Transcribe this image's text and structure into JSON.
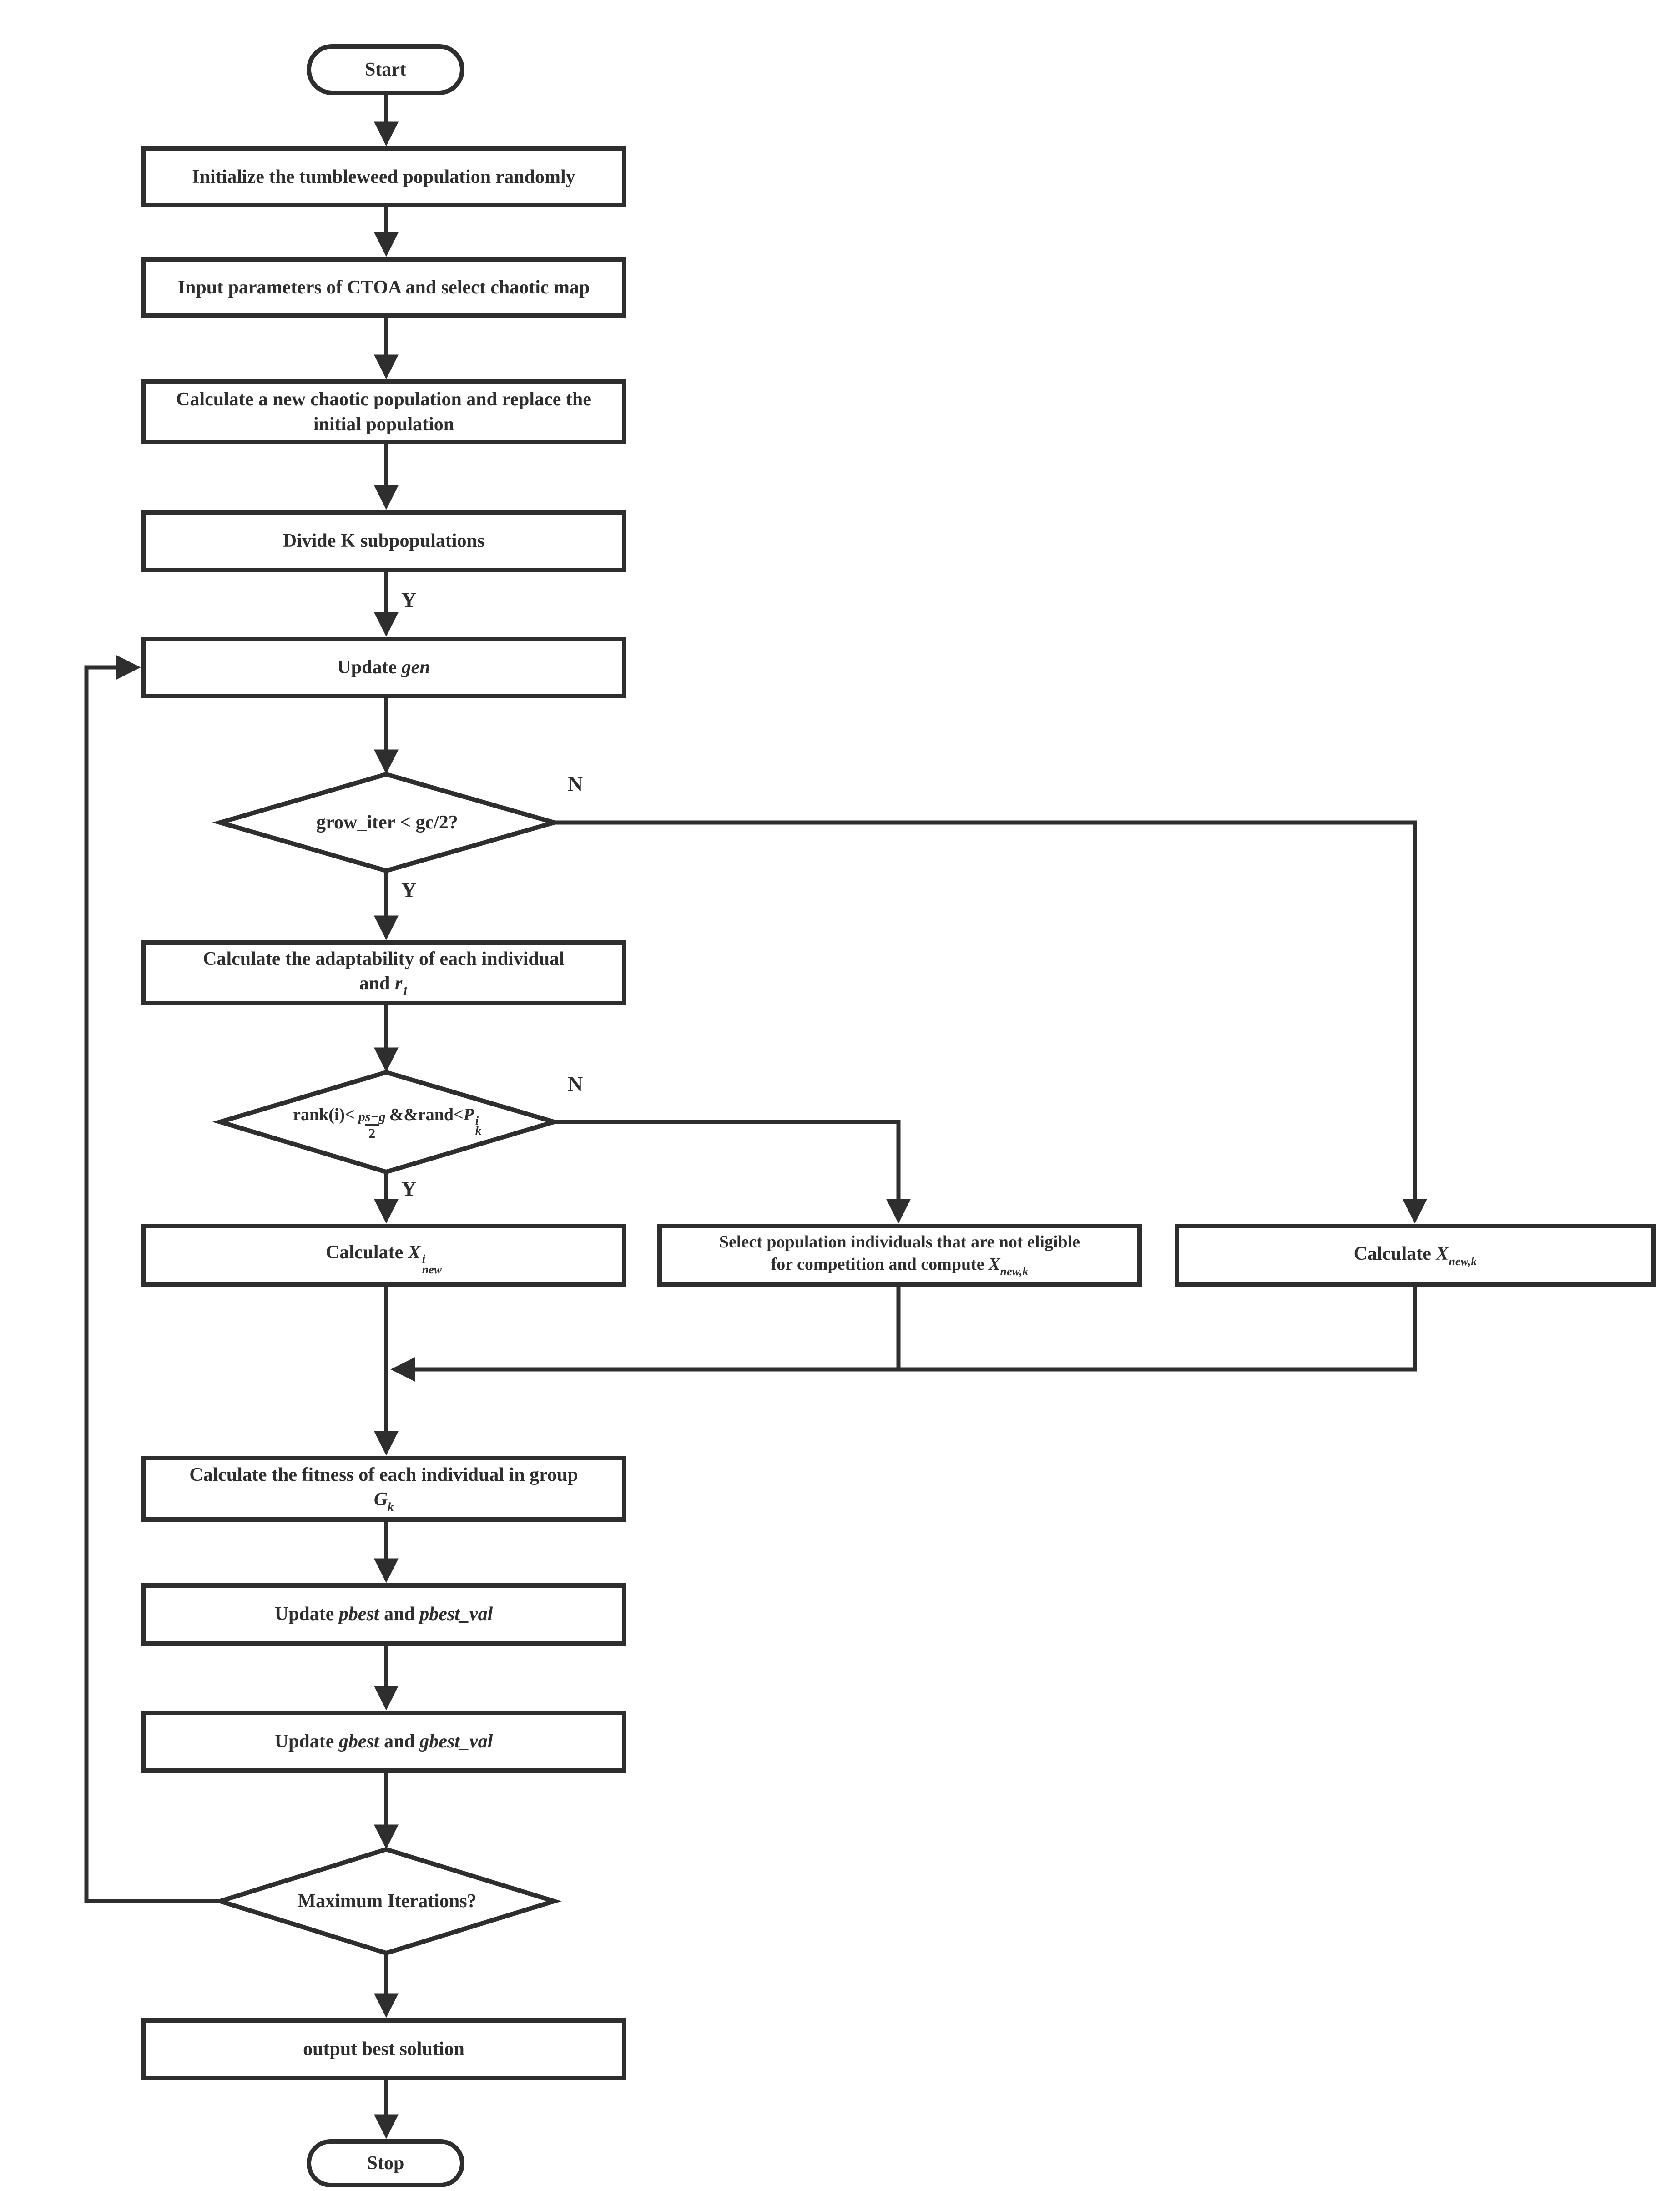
{
  "colors": {
    "ink": "#2e2e2e",
    "background": "#ffffff"
  },
  "branch": {
    "yes": "Y",
    "no": "N"
  },
  "nodes": {
    "start": [
      [
        {
          "t": "Start"
        }
      ]
    ],
    "initialize": [
      [
        {
          "t": "Initialize the tumbleweed population randomly"
        }
      ]
    ],
    "input": [
      [
        {
          "t": "Input parameters of CTOA and select chaotic map"
        }
      ]
    ],
    "chaotic": [
      [
        {
          "t": "Calculate a new chaotic population and replace the"
        }
      ],
      [
        {
          "t": "initial population"
        }
      ]
    ],
    "divide": [
      [
        {
          "t": "Divide K subpopulations"
        }
      ]
    ],
    "update_gen": [
      [
        {
          "t": "Update "
        },
        {
          "t": "gen",
          "k": "i"
        }
      ]
    ],
    "decision_grow": [
      [
        {
          "t": "grow_iter < gc/2?"
        }
      ]
    ],
    "adaptability": [
      [
        {
          "t": "Calculate the adaptability of each individual"
        }
      ],
      [
        {
          "t": "and "
        },
        {
          "t": "r",
          "k": "i"
        },
        {
          "t": "1",
          "k": "sub"
        }
      ]
    ],
    "decision_rank": [
      [
        {
          "t": "rank(i)<"
        },
        {
          "k": "frac",
          "num": "ps−g",
          "den": "2"
        },
        {
          "t": "&&rand<"
        },
        {
          "t": "P",
          "k": "i"
        },
        {
          "k": "ss",
          "sup": "i",
          "sub": "k"
        }
      ]
    ],
    "calc_xi": [
      [
        {
          "t": "Calculate "
        },
        {
          "t": "X",
          "k": "i"
        },
        {
          "k": "ss",
          "sup": "i",
          "sub": "new"
        }
      ]
    ],
    "select_pop": [
      [
        {
          "t": "Select population individuals that are not eligible"
        }
      ],
      [
        {
          "t": "for competition and compute "
        },
        {
          "t": "X",
          "k": "i"
        },
        {
          "t": "new,k",
          "k": "sub"
        }
      ]
    ],
    "calc_xk": [
      [
        {
          "t": "Calculate "
        },
        {
          "t": "X",
          "k": "i"
        },
        {
          "t": "new,k",
          "k": "sub"
        }
      ]
    ],
    "fitness": [
      [
        {
          "t": "Calculate the fitness of each individual in group"
        }
      ],
      [
        {
          "t": "G",
          "k": "i"
        },
        {
          "t": "k",
          "k": "sub"
        }
      ]
    ],
    "pbest": [
      [
        {
          "t": "Update "
        },
        {
          "t": "pbest",
          "k": "i"
        },
        {
          "t": " and "
        },
        {
          "t": "pbest_val",
          "k": "i"
        }
      ]
    ],
    "gbest": [
      [
        {
          "t": "Update "
        },
        {
          "t": "gbest",
          "k": "i"
        },
        {
          "t": " and "
        },
        {
          "t": "gbest_val",
          "k": "i"
        }
      ]
    ],
    "decision_max": [
      [
        {
          "t": "Maximum Iterations?"
        }
      ]
    ],
    "output": [
      [
        {
          "t": "output best solution"
        }
      ]
    ],
    "stop": [
      [
        {
          "t": "Stop"
        }
      ]
    ]
  }
}
